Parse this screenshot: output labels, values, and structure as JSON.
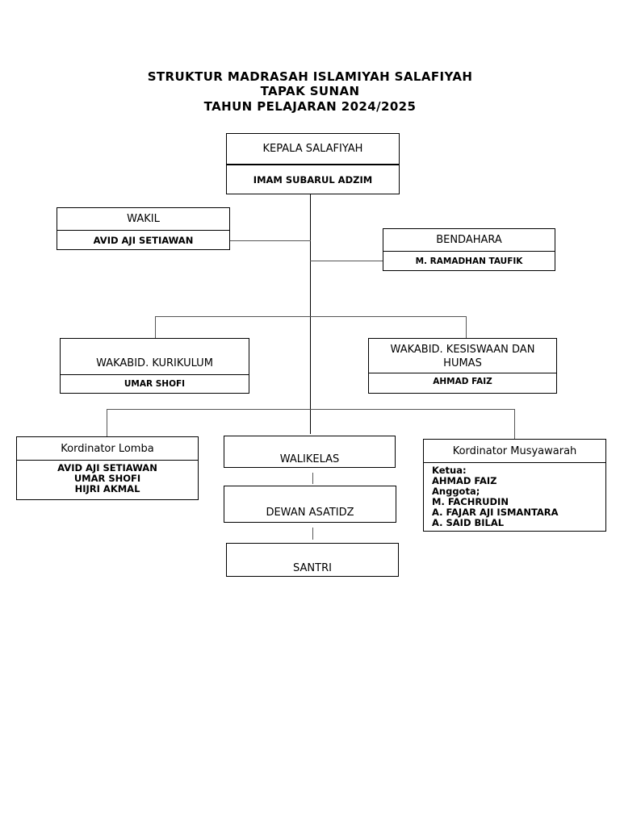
{
  "header": {
    "line1": "STRUKTUR MADRASAH ISLAMIYAH SALAFIYAH",
    "line2": "TAPAK SUNAN",
    "line3": "TAHUN PELAJARAN 2024/2025"
  },
  "kepala": {
    "role": "KEPALA SALAFIYAH",
    "name": "IMAM SUBARUL ADZIM"
  },
  "wakil": {
    "role": "WAKIL",
    "name": "AVID AJI SETIAWAN"
  },
  "bendahara": {
    "role": "BENDAHARA",
    "name": "M. RAMADHAN TAUFIK"
  },
  "kurikulum": {
    "role": "WAKABID. KURIKULUM",
    "name": "UMAR SHOFI"
  },
  "kesiswaan": {
    "role_line1": "WAKABID. KESISWAAN DAN",
    "role_line2": "HUMAS",
    "name": "AHMAD FAIZ"
  },
  "lomba": {
    "role": "Kordinator Lomba",
    "members": [
      "AVID AJI SETIAWAN",
      "UMAR SHOFI",
      "HIJRI AKMAL"
    ]
  },
  "walikelas": {
    "role": "WALIKELAS"
  },
  "dewan": {
    "role": "DEWAN ASATIDZ"
  },
  "santri": {
    "role": "SANTRI"
  },
  "musyawarah": {
    "role": "Kordinator Musyawarah",
    "lines": [
      "Ketua:",
      "AHMAD FAIZ",
      "Anggota;",
      "M. FACHRUDIN",
      "A. FAJAR AJI ISMANTARA",
      "A. SAID BILAL"
    ]
  }
}
